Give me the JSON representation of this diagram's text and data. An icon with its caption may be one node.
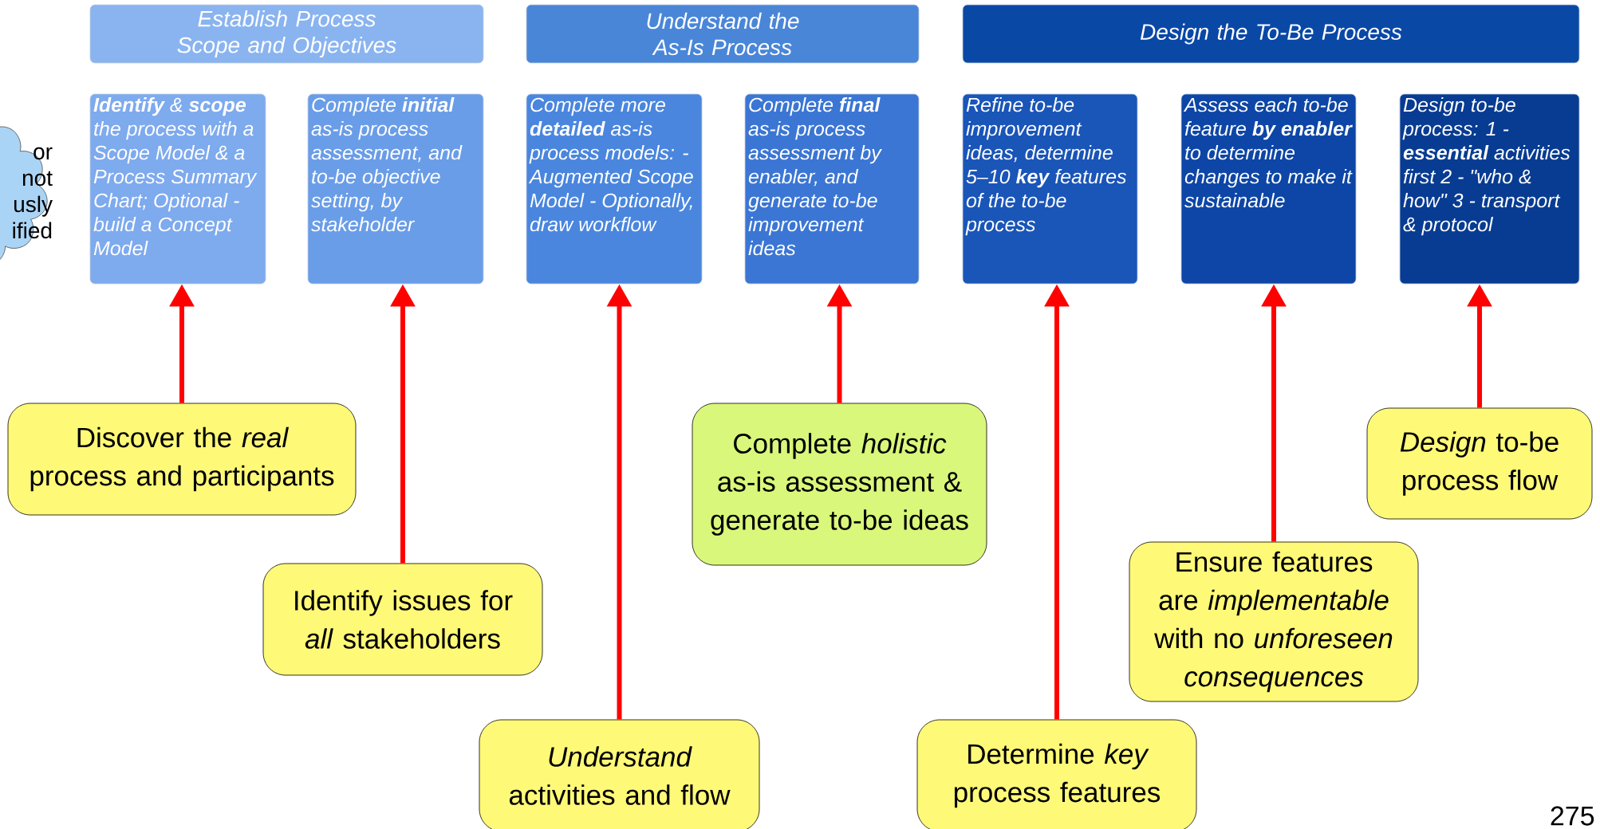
{
  "diagram": {
    "nodes": [
      {
        "text": [
          "Establish Process Scope and Objectives"
        ]
      },
      {
        "text": [
          "Understand the As-Is Process"
        ]
      },
      {
        "text": [
          "Design the To-Be Process"
        ]
      },
      {
        "text": [
          "or not usly ified"
        ]
      },
      {
        "text": [
          "**Identify** & **scope** the process with a Scope Model & a Process Summary Chart; Optional - build a Concept Model"
        ]
      },
      {
        "text": [
          "Complete **initial** as-is process assessment, and to-be objective setting, by stakeholder"
        ]
      },
      {
        "text": [
          "Complete more **detailed** as-is process models: - Augmented Scope Model - Optionally, draw workflow"
        ]
      },
      {
        "text": [
          "Complete **final** as-is process assessment by enabler, and generate to-be improvement ideas"
        ]
      },
      {
        "text": [
          "Refine to-be improvement ideas, determine 5–10 **key** features of the to-be process"
        ]
      },
      {
        "text": [
          "Assess each to-be feature **by enabler** to determine changes to make it sustainable"
        ]
      },
      {
        "text": [
          "Design to-be process: 1 - **essential** activities first 2 - \"who & how\" 3 - transport & protocol"
        ]
      },
      {
        "text": [
          "Discover the *real* process and participants"
        ]
      },
      {
        "text": [
          "Identify issues for *all* stakeholders"
        ]
      },
      {
        "text": [
          "*Understand* activities and flow"
        ]
      },
      {
        "text": [
          "Complete *holistic* as-is assessment & generate to-be ideas"
        ]
      },
      {
        "text": [
          "Determine *key* process features"
        ]
      },
      {
        "text": [
          "Ensure features are *implementable* with no *unforeseen consequences*"
        ]
      },
      {
        "text": [
          "*Design* to-be process flow"
        ]
      }
    ],
    "edges": [
      {
        "from": 11,
        "to": 4,
        "arrow": "to"
      },
      {
        "from": 12,
        "to": 5,
        "arrow": "to"
      },
      {
        "from": 13,
        "to": 6,
        "arrow": "to"
      },
      {
        "from": 14,
        "to": 7,
        "arrow": "to"
      },
      {
        "from": 15,
        "to": 8,
        "arrow": "to"
      },
      {
        "from": 16,
        "to": 9,
        "arrow": "to"
      },
      {
        "from": 17,
        "to": 10,
        "arrow": "to"
      }
    ],
    "labels": [
      "275"
    ]
  }
}
